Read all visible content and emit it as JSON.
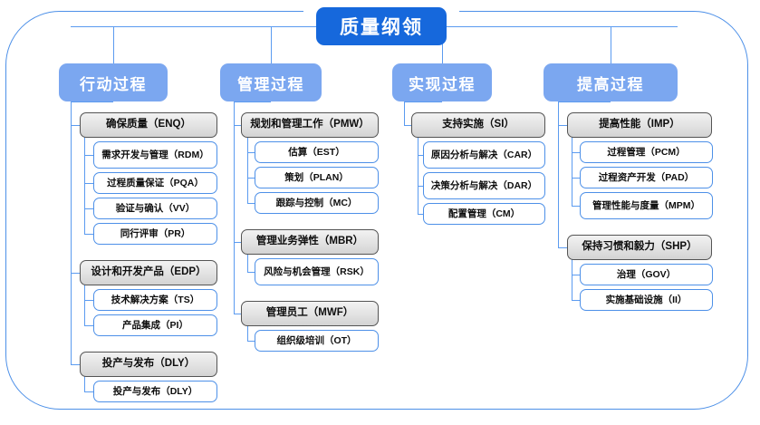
{
  "diagram": {
    "title": "质量纲领",
    "frame_color": "#4d90e8",
    "title_color": "#1668dc",
    "header_color": "#7ba7f0",
    "group_border_color": "#545454",
    "leaf_border_color": "#4d90e8",
    "columns": [
      {
        "header": "行动过程",
        "groups": [
          {
            "label": "确保质量（ENQ）",
            "children": [
              "需求开发与管理（RDM）",
              "过程质量保证（PQA）",
              "验证与确认（VV）",
              "同行评审（PR）"
            ]
          },
          {
            "label": "设计和开发产品（EDP）",
            "children": [
              "技术解决方案（TS）",
              "产品集成（PI）"
            ]
          },
          {
            "label": "投产与发布（DLY）",
            "children": [
              "投产与发布（DLY）"
            ]
          }
        ]
      },
      {
        "header": "管理过程",
        "groups": [
          {
            "label": "规划和管理工作（PMW）",
            "children": [
              "估算（EST）",
              "策划（PLAN）",
              "跟踪与控制（MC）"
            ]
          },
          {
            "label": "管理业务弹性（MBR）",
            "children": [
              "风险与机会管理（RSK）"
            ]
          },
          {
            "label": "管理员工（MWF）",
            "children": [
              "组织级培训（OT）"
            ]
          }
        ]
      },
      {
        "header": "实现过程",
        "groups": [
          {
            "label": "支持实施（SI）",
            "children": [
              "原因分析与解决（CAR）",
              "决策分析与解决（DAR）",
              "配置管理（CM）"
            ]
          }
        ]
      },
      {
        "header": "提高过程",
        "groups": [
          {
            "label": "提高性能（IMP）",
            "children": [
              "过程管理（PCM）",
              "过程资产开发（PAD）",
              "管理性能与度量（MPM）"
            ]
          },
          {
            "label": "保持习惯和毅力（SHP）",
            "children": [
              "治理（GOV）",
              "实施基础设施（II）"
            ]
          }
        ]
      }
    ]
  }
}
